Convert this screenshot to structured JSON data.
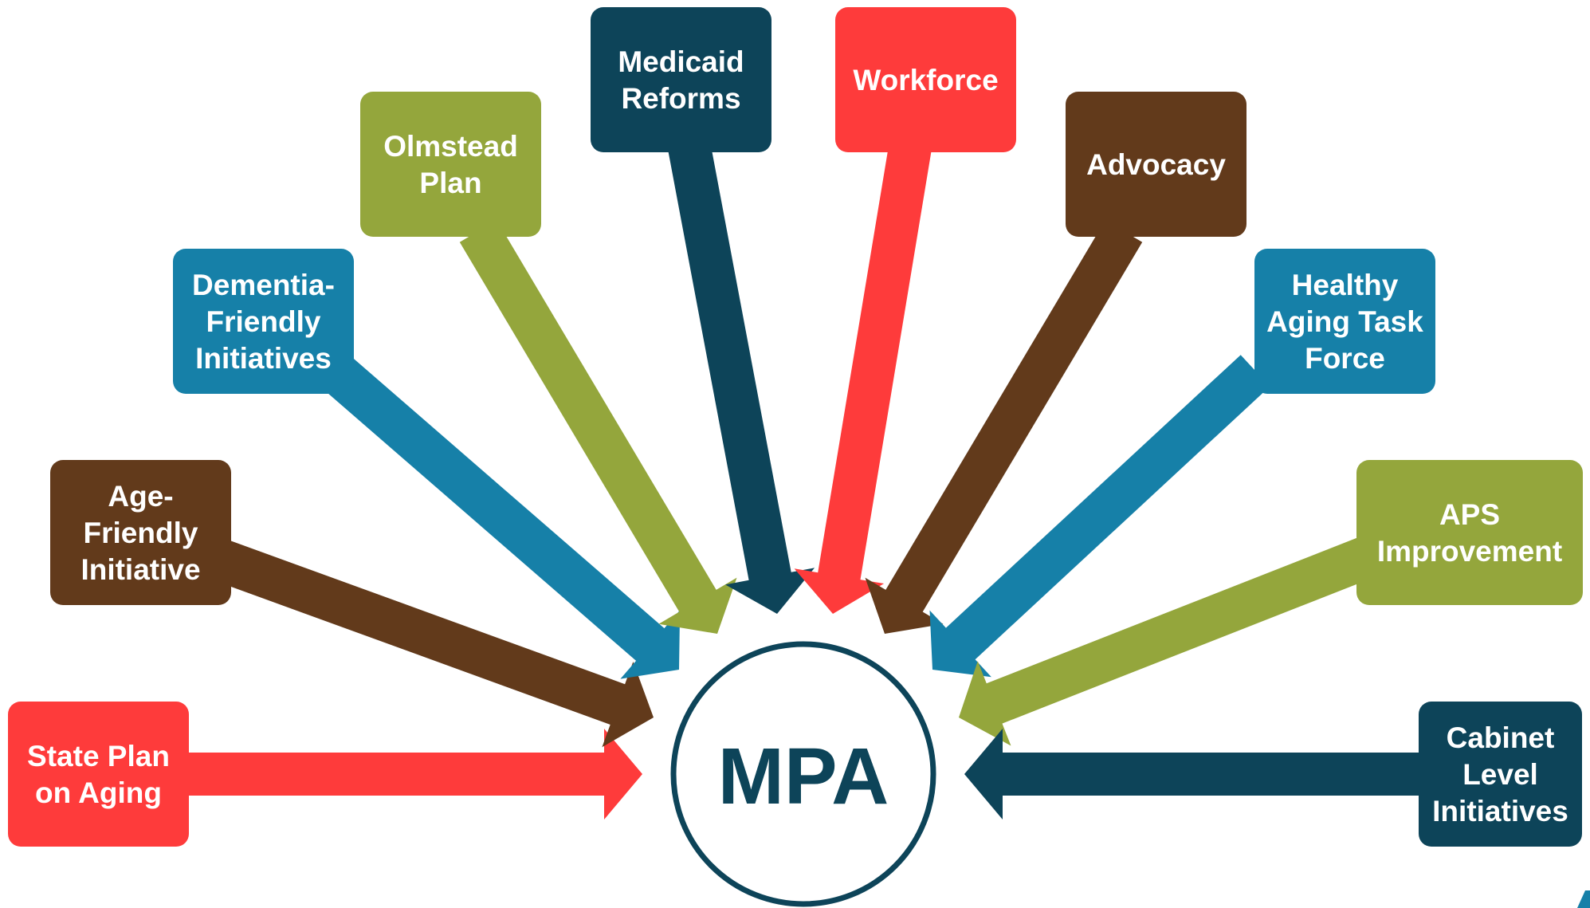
{
  "center": {
    "label": "MPA",
    "color": "#0d4459"
  },
  "colors": {
    "red": "#fe3b3b",
    "brown": "#623a1b",
    "blue": "#1680a8",
    "olive": "#94a63c",
    "navy": "#0d4459"
  },
  "nodes": [
    {
      "id": "state-plan-on-aging",
      "lines": [
        "State Plan",
        "on Aging"
      ],
      "color": "#fe3b3b"
    },
    {
      "id": "age-friendly-initiative",
      "lines": [
        "Age-",
        "Friendly",
        "Initiative"
      ],
      "color": "#623a1b"
    },
    {
      "id": "dementia-friendly-initiatives",
      "lines": [
        "Dementia-",
        "Friendly",
        "Initiatives"
      ],
      "color": "#1680a8"
    },
    {
      "id": "olmstead-plan",
      "lines": [
        "Olmstead",
        "Plan"
      ],
      "color": "#94a63c"
    },
    {
      "id": "medicaid-reforms",
      "lines": [
        "Medicaid",
        "Reforms"
      ],
      "color": "#0d4459"
    },
    {
      "id": "workforce",
      "lines": [
        "Workforce"
      ],
      "color": "#fe3b3b"
    },
    {
      "id": "advocacy",
      "lines": [
        "Advocacy"
      ],
      "color": "#623a1b"
    },
    {
      "id": "healthy-aging-task-force",
      "lines": [
        "Healthy",
        "Aging Task",
        "Force"
      ],
      "color": "#1680a8"
    },
    {
      "id": "aps-improvement",
      "lines": [
        "APS",
        "Improvement"
      ],
      "color": "#94a63c"
    },
    {
      "id": "cabinet-level-initiatives",
      "lines": [
        "Cabinet",
        "Level",
        "Initiatives"
      ],
      "color": "#0d4459"
    }
  ]
}
